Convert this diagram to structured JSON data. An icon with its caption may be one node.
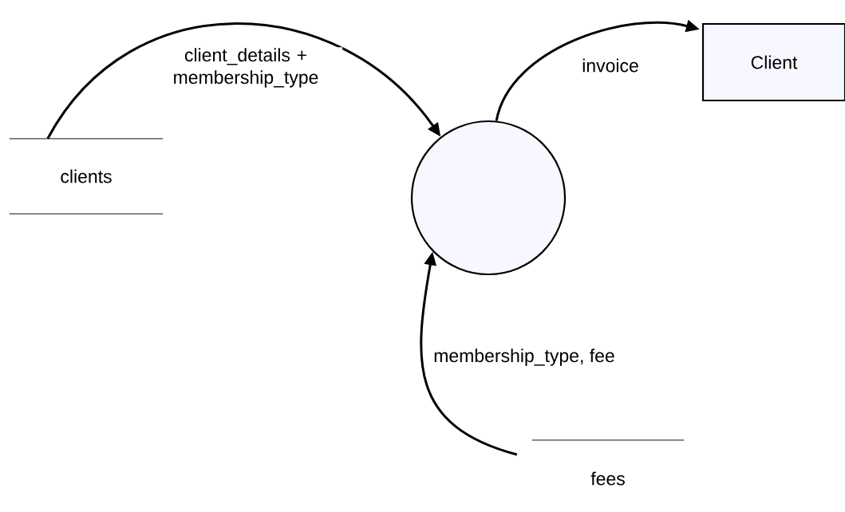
{
  "diagram": {
    "nodes": [
      {
        "text": [
          "clients"
        ]
      },
      {
        "text": [],
        "shape": "circle"
      },
      {
        "text": [
          "Client"
        ]
      },
      {
        "text": [
          "fees"
        ]
      }
    ],
    "edges": [
      {
        "from": 0,
        "to": 1,
        "arrow": "to",
        "label": "client_details + membership_type"
      },
      {
        "from": 1,
        "to": 2,
        "arrow": "to",
        "label": "invoice"
      },
      {
        "from": 3,
        "to": 1,
        "arrow": "to",
        "label": "membership_type, fee"
      }
    ]
  }
}
